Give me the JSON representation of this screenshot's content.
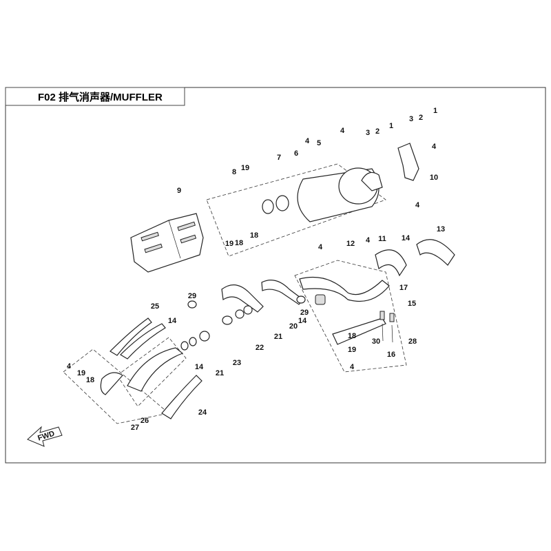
{
  "title": "F02 排气消声器/MUFFLER",
  "fwd_label": "FWD",
  "callouts": [
    "1",
    "2",
    "3",
    "1",
    "2",
    "3",
    "4",
    "4",
    "5",
    "6",
    "7",
    "8",
    "19",
    "9",
    "4",
    "10",
    "4",
    "4",
    "12",
    "4",
    "11",
    "14",
    "13",
    "19",
    "18",
    "18",
    "17",
    "15",
    "28",
    "16",
    "30",
    "18",
    "19",
    "4",
    "29",
    "14",
    "20",
    "21",
    "22",
    "23",
    "21",
    "29",
    "25",
    "14",
    "14",
    "24",
    "26",
    "27",
    "4",
    "19",
    "18"
  ]
}
